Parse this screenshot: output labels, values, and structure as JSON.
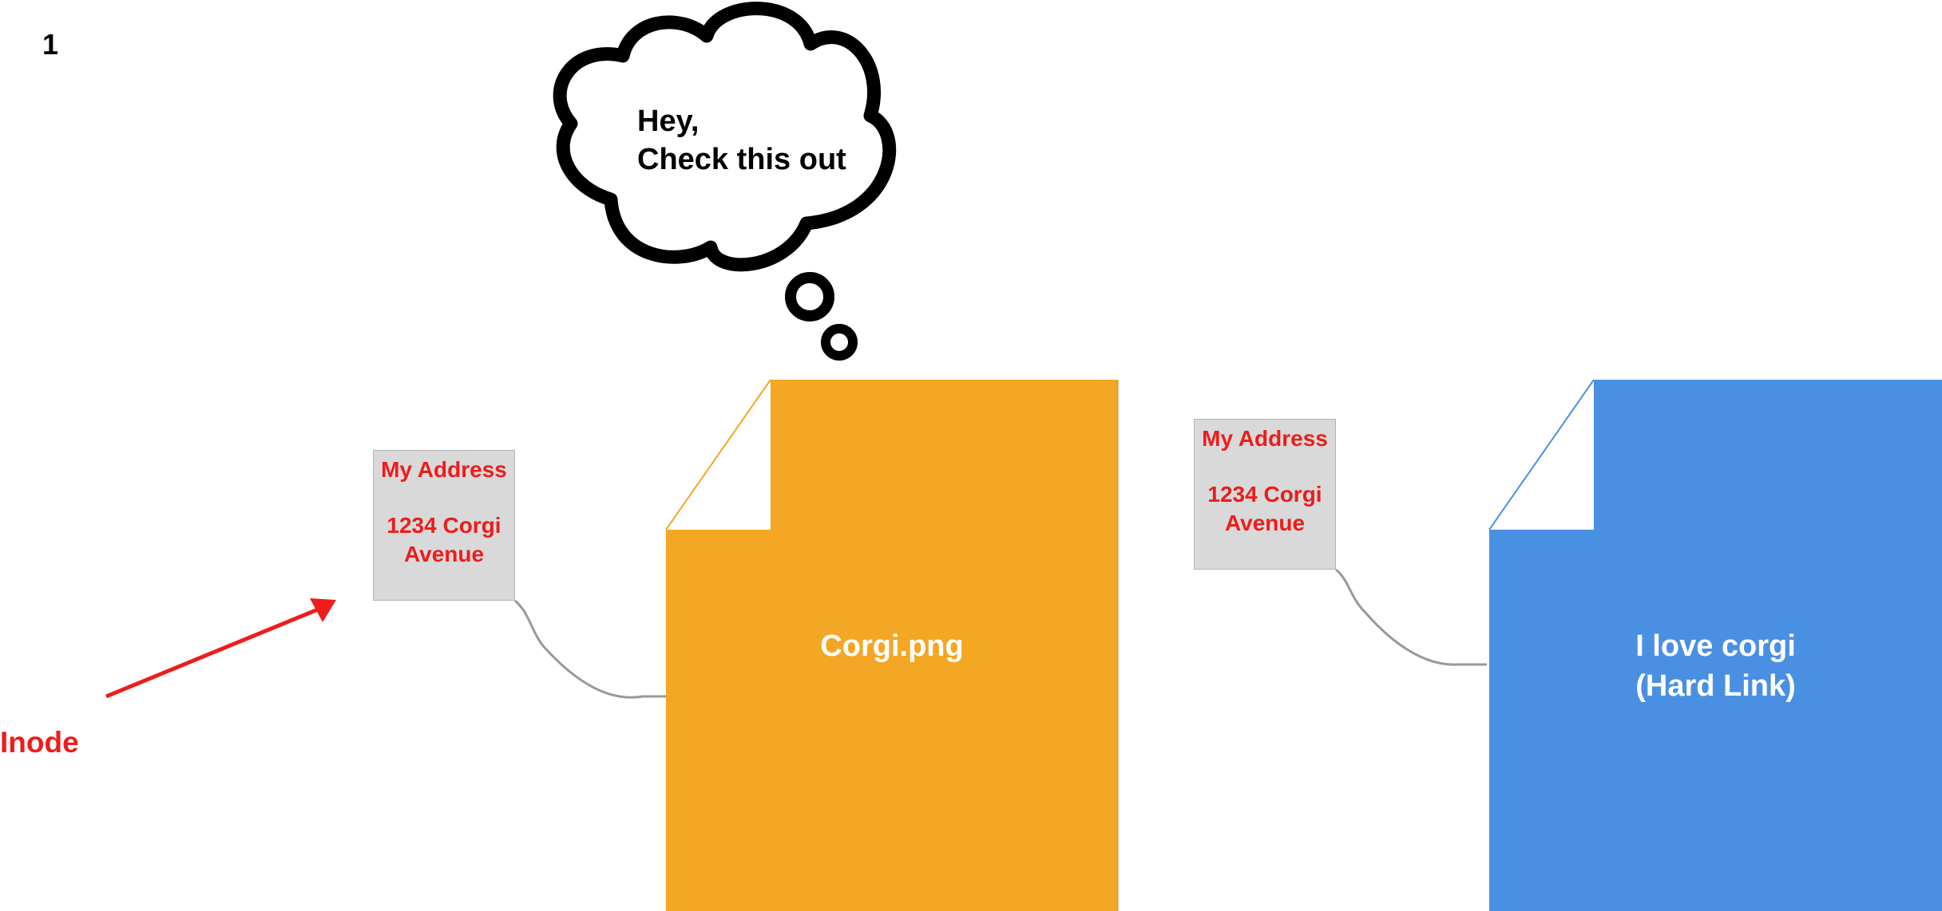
{
  "slide_number": "1",
  "thought_bubble": {
    "line1": "Hey,",
    "line2": "Check this out"
  },
  "inode_label": "Inode",
  "address_tag_1": {
    "title": "My Address",
    "line1": "1234 Corgi",
    "line2": "Avenue"
  },
  "address_tag_2": {
    "title": "My Address",
    "line1": "1234 Corgi",
    "line2": "Avenue"
  },
  "file_1": {
    "label": "Corgi.png",
    "color": "#f4a724"
  },
  "file_2": {
    "label_line1": "I love corgi",
    "label_line2": "(Hard Link)",
    "color": "#4a90e2"
  },
  "colors": {
    "accent_red": "#ee1c1c",
    "tag_gray": "#d9d9d9",
    "string_gray": "#999999"
  }
}
